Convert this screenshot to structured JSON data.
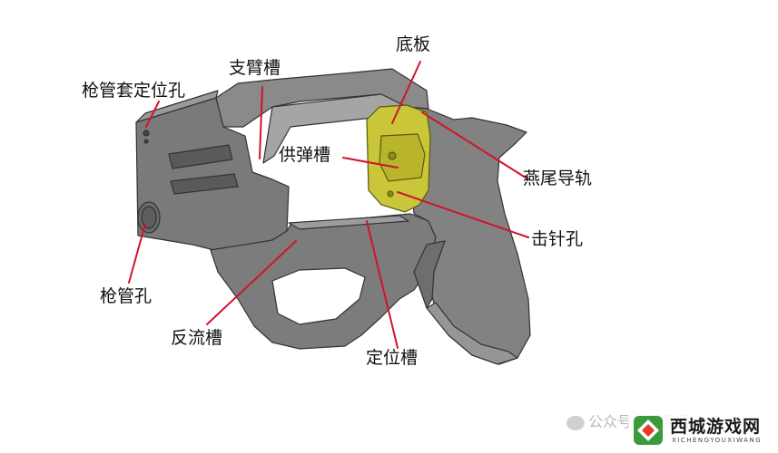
{
  "labels": {
    "barrel_sleeve_hole": "枪管套定位孔",
    "arm_slot": "支臂槽",
    "base_plate": "底板",
    "feed_slot": "供弹槽",
    "dovetail_rail": "燕尾导轨",
    "firing_pin_hole": "击针孔",
    "barrel_hole": "枪管孔",
    "backflow_slot": "反流槽",
    "positioning_slot": "定位槽"
  },
  "watermark": {
    "wechat_text": "公众号 · 轻兵器",
    "site_name": "西城游戏网",
    "site_url": "XICHENGYOUXIWANG"
  },
  "colors": {
    "frame_gray": "#7d7d7d",
    "plate_yellow": "#c9c63a",
    "leader_red": "#d0142c"
  }
}
